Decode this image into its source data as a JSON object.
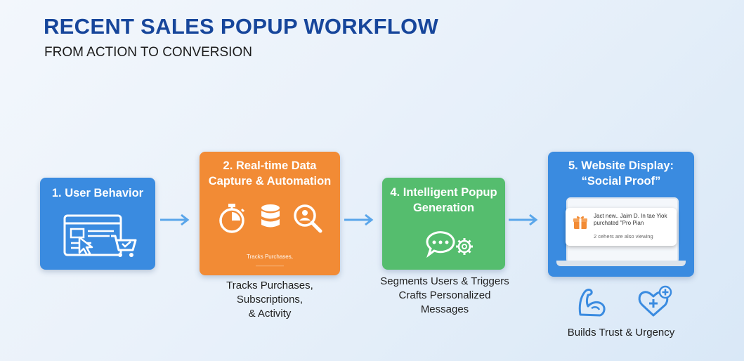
{
  "header": {
    "title": "RECENT SALES POPUP WORKFLOW",
    "subtitle": "FROM ACTION TO CONVERSION"
  },
  "steps": [
    {
      "title": "1. User Behavior",
      "icons": [
        "browser-window-icon",
        "cursor-icon",
        "shopping-cart-icon"
      ]
    },
    {
      "title": "2. Real-time Data\nCapture & Automation",
      "icons": [
        "stopwatch-icon",
        "database-icon",
        "user-search-icon"
      ],
      "inner_text": "Tracks Purchases,",
      "caption": "Tracks Purchases,\nSubscriptions,\n& Activity"
    },
    {
      "title": "4. Intelligent Popup\nGeneration",
      "icons": [
        "chat-bubble-icon",
        "gear-icon"
      ],
      "caption": "Segments Users & Triggers\nCrafts Personalized\nMessages"
    },
    {
      "title": "5. Website Display:\n“Social Proof”",
      "icons": [
        "laptop-icon",
        "gift-icon"
      ],
      "popup_text": "Jact new.. Jaim D. In tae Yiok purchated \"Pro Pian",
      "popup_footer": "2 cehers are also viewing",
      "caption": "Builds Trust & Urgency"
    }
  ],
  "footer_icons": [
    "flexed-arm-icon",
    "heart-plus-icon"
  ],
  "colors": {
    "title": "#17469b",
    "blue": "#3a8be0",
    "orange": "#f28b35",
    "green": "#55bd6e",
    "arrow": "#5aa6ea"
  }
}
